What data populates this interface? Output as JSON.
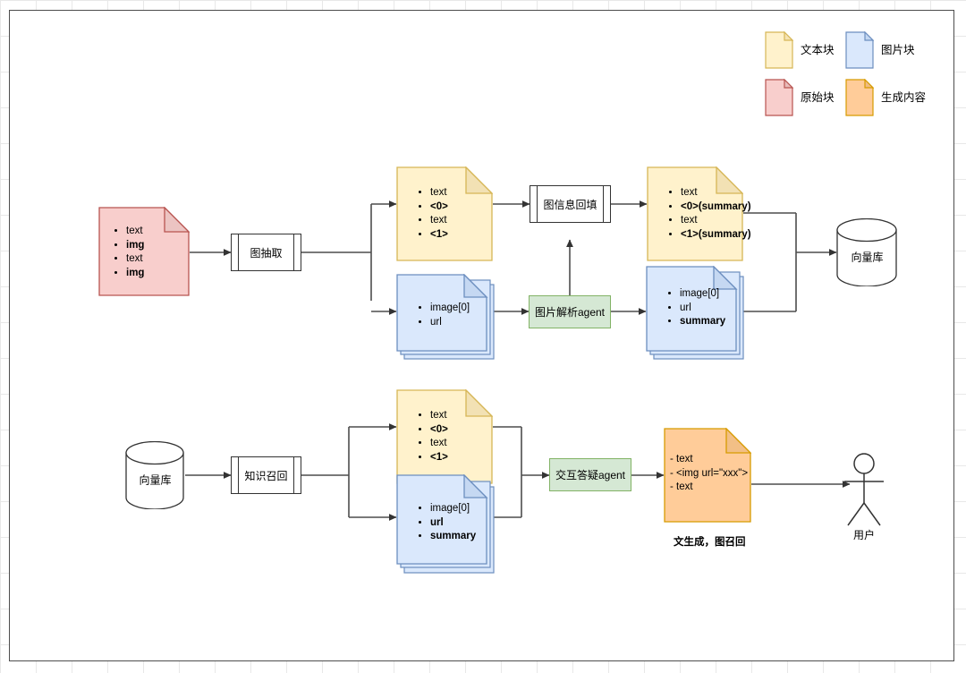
{
  "legend": {
    "items": [
      {
        "label": "文本块",
        "color": "#fff2cc",
        "border": "#d6b656",
        "name": "text-block"
      },
      {
        "label": "图片块",
        "color": "#dae8fc",
        "border": "#6c8ebf",
        "name": "image-block"
      },
      {
        "label": "原始块",
        "color": "#f8cecc",
        "border": "#b85450",
        "name": "raw-block"
      },
      {
        "label": "生成内容",
        "color": "#ffcc99",
        "border": "#d79b00",
        "name": "generated-content"
      }
    ]
  },
  "ingest_flow": {
    "source_doc": {
      "items": [
        "text",
        "img",
        "text",
        "img"
      ],
      "bold": [
        false,
        true,
        false,
        true
      ]
    },
    "extract_process": "图抽取",
    "text_chunk": {
      "items": [
        "text",
        "<0>",
        "text",
        "<1>"
      ],
      "bold": [
        false,
        true,
        false,
        true
      ]
    },
    "image_chunk": {
      "items": [
        "image[0]",
        "url"
      ],
      "bold": [
        false,
        false
      ]
    },
    "backfill_process": "图信息回填",
    "image_agent": "图片解析agent",
    "text_chunk_filled": {
      "items": [
        "text",
        "<0>(summary)",
        "text",
        "<1>(summary)"
      ],
      "bold": [
        false,
        true,
        false,
        true
      ]
    },
    "image_chunk_filled": {
      "items": [
        "image[0]",
        "url",
        "summary"
      ],
      "bold": [
        false,
        false,
        true
      ]
    },
    "vector_db": "向量库"
  },
  "query_flow": {
    "vector_db": "向量库",
    "recall_process": "知识召回",
    "text_chunk": {
      "items": [
        "text",
        "<0>",
        "text",
        "<1>"
      ],
      "bold": [
        false,
        true,
        false,
        true
      ]
    },
    "image_chunk": {
      "items": [
        "image[0]",
        "url",
        "summary"
      ],
      "bold": [
        false,
        true,
        true
      ]
    },
    "qa_agent": "交互答疑agent",
    "answer_doc": {
      "items": [
        "- text",
        "- <img url=\"xxx\">",
        "- text"
      ]
    },
    "answer_caption": "文生成，图召回",
    "actor_label": "用户"
  },
  "colors": {
    "text_fill": "#fff2cc",
    "text_border": "#d6b656",
    "image_fill": "#dae8fc",
    "image_border": "#6c8ebf",
    "raw_fill": "#f8cecc",
    "raw_border": "#b85450",
    "gen_fill": "#ffcc99",
    "gen_border": "#d79b00",
    "agent_fill": "#d5e8d4",
    "agent_border": "#82b366",
    "line": "#4d4d4d",
    "frame": "#4d4d4d"
  }
}
